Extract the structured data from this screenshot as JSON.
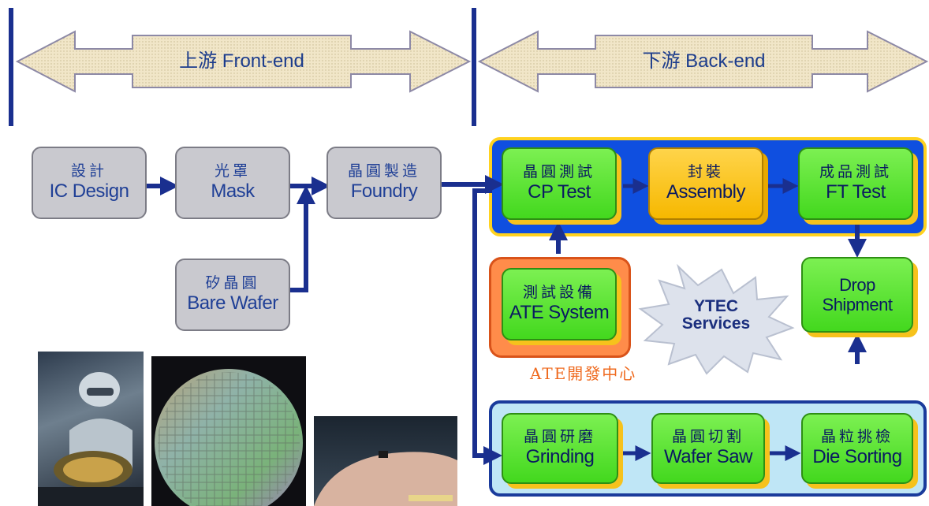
{
  "banners": {
    "upstream": "上游 Front-end",
    "downstream": "下游 Back-end"
  },
  "front": {
    "design": {
      "zh": "設計",
      "en": "IC Design"
    },
    "mask": {
      "zh": "光罩",
      "en": "Mask"
    },
    "foundry": {
      "zh": "晶圓製造",
      "en": "Foundry"
    },
    "wafer": {
      "zh": "矽晶圓",
      "en": "Bare Wafer"
    }
  },
  "back": {
    "cp": {
      "zh": "晶圓測試",
      "en": "CP Test"
    },
    "assembly": {
      "zh": "封裝",
      "en": "Assembly"
    },
    "ft": {
      "zh": "成品測試",
      "en": "FT Test"
    },
    "ate": {
      "zh": "測試設備",
      "en": "ATE System"
    },
    "ate_center": "ATE開發中心",
    "ytec": "YTEC Services",
    "drop": "Drop Shipment",
    "grinding": {
      "zh": "晶圓研磨",
      "en": "Grinding"
    },
    "saw": {
      "zh": "晶圓切割",
      "en": "Wafer Saw"
    },
    "sort": {
      "zh": "晶粒挑檢",
      "en": "Die Sorting"
    }
  },
  "colors": {
    "arrow": "#1a2f8f",
    "panel": "#0f4fe0",
    "green": "#43d81e",
    "yellow": "#f6b800",
    "orange": "#ff8c4a",
    "gray": "#c9c9cf"
  },
  "photos": [
    "cleanroom-photo",
    "wafer-photo",
    "chip-on-finger-photo"
  ]
}
